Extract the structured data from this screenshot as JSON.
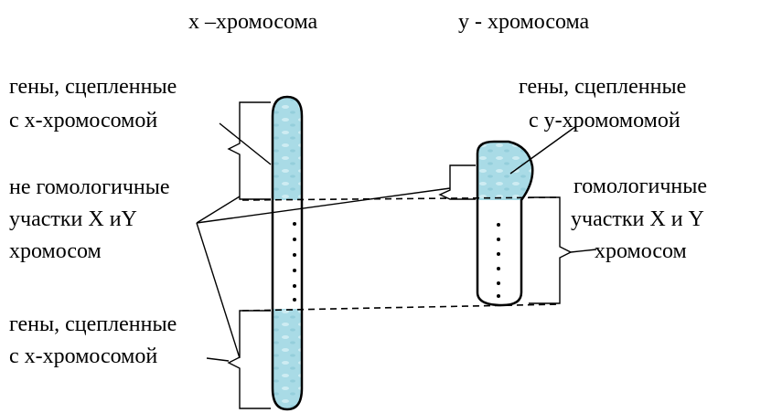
{
  "title_x": "x –хромосома",
  "title_y": "y - хромосома",
  "labels_left": {
    "genes_top_line1": "гены, сцепленные",
    "genes_top_line2": "с х-хромосомой",
    "nonhomologous_line1": "не гомологичные",
    "nonhomologous_line2": "участки X иY",
    "nonhomologous_line3": "хромосом",
    "genes_bottom_line1": "гены, сцепленные",
    "genes_bottom_line2": "с х-хромосомой"
  },
  "labels_right": {
    "genes_y_line1": "гены, сцепленные",
    "genes_y_line2": "с у-хромомомой",
    "homologous_line1": "гомологичные",
    "homologous_line2": "участки X и Y",
    "homologous_line3": "хромосом"
  },
  "colors": {
    "gene_fill": "#a9dbe6",
    "gene_texture": "#d7f0f5",
    "outline": "#000000"
  }
}
